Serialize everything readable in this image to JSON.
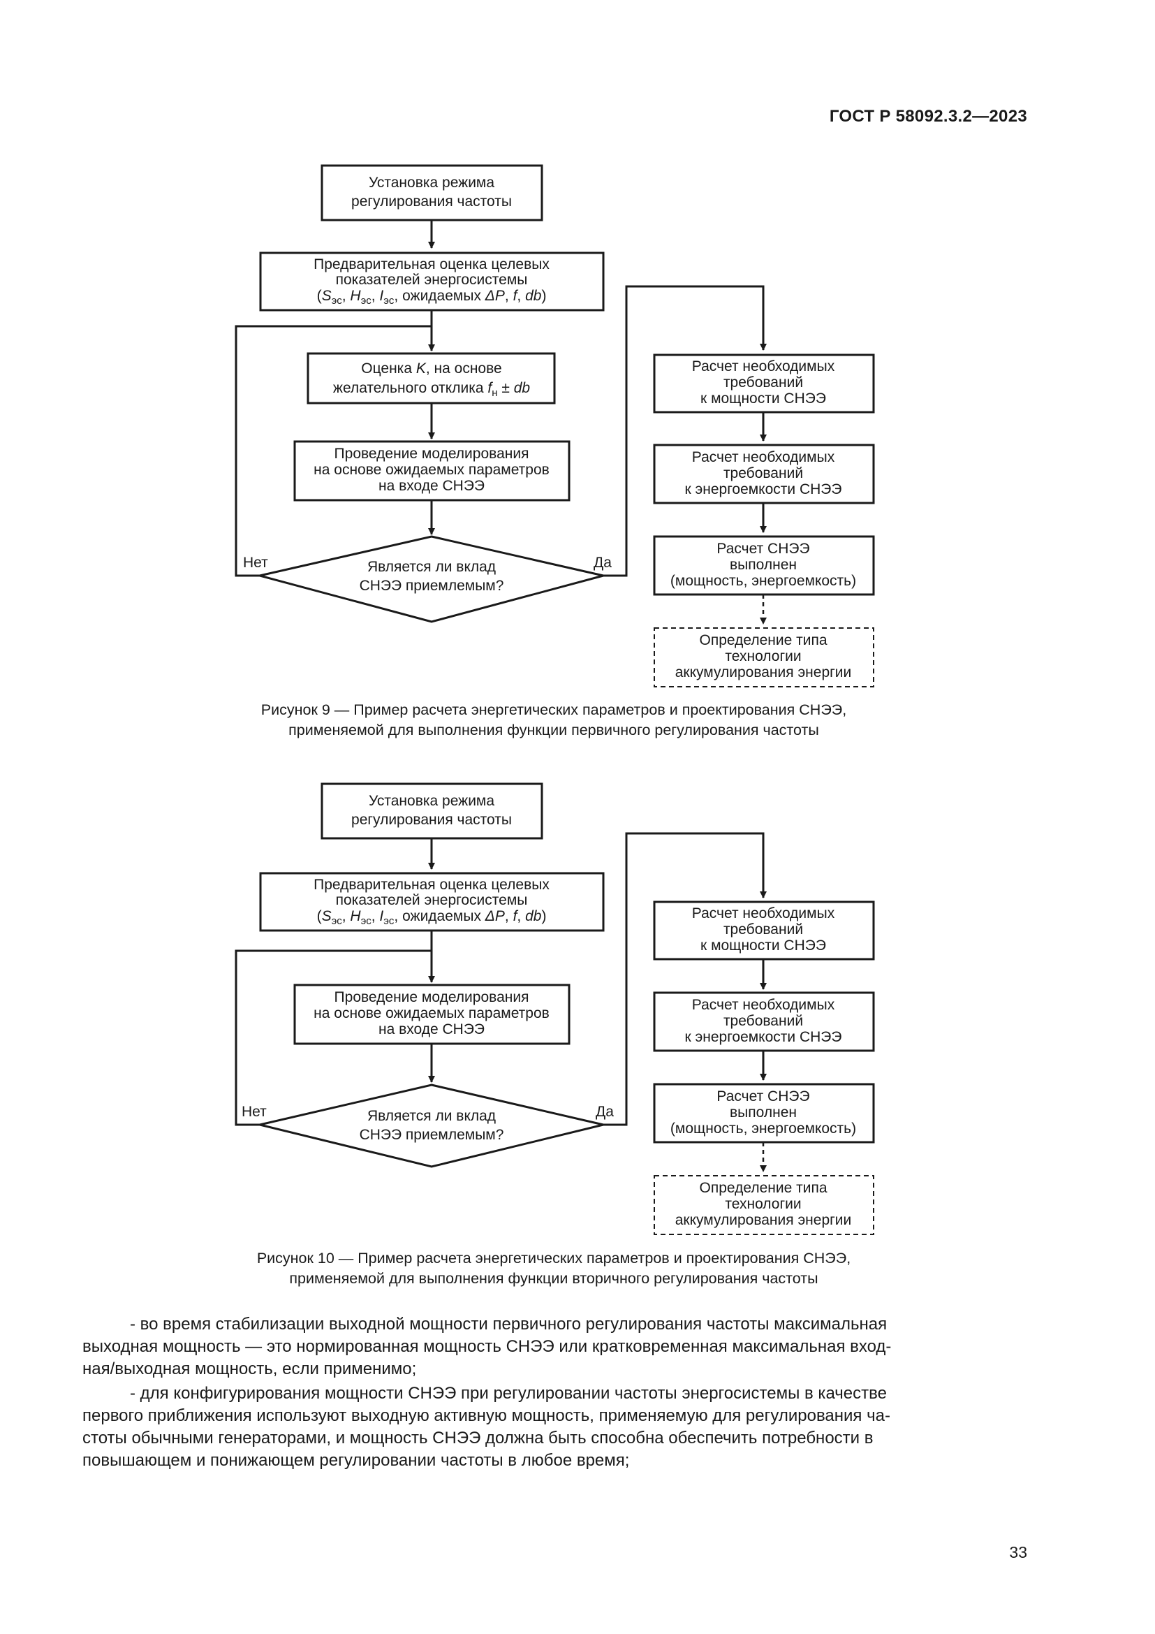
{
  "header": {
    "standard": "ГОСТ Р 58092.3.2—2023"
  },
  "figure9": {
    "box_setup": [
      "Установка режима",
      "регулирования частоты"
    ],
    "box_estimate": {
      "lines": [
        "Предварительная оценка целевых",
        "показателей энергосистемы"
      ],
      "params": {
        "open": "(",
        "S": "S",
        "H": "H",
        "I": "I",
        "sub": "эс",
        "sep": ", ",
        "expected": "ожидаемых ",
        "delta": "ΔP",
        "f": "f",
        "db": "db",
        "close": ")"
      }
    },
    "box_k": {
      "line1_pre": "Оценка ",
      "line1_k": "K",
      "line1_post": ", на основе",
      "line2_pre": "желательного отклика ",
      "line2_f": "f",
      "line2_sub": "н",
      "line2_pm": " ± ",
      "line2_db": "db"
    },
    "box_model": [
      "Проведение моделирования",
      "на основе ожидаемых параметров",
      "на входе СНЭЭ"
    ],
    "decision": [
      "Является ли вклад",
      "СНЭЭ приемлемым?"
    ],
    "label_no": "Нет",
    "label_yes": "Да",
    "box_power": [
      "Расчет необходимых",
      "требований",
      "к мощности СНЭЭ"
    ],
    "box_energy": [
      "Расчет необходимых",
      "требований",
      "к энергоемкости СНЭЭ"
    ],
    "box_done": [
      "Расчет СНЭЭ",
      "выполнен",
      "(мощность, энергоемкость)"
    ],
    "box_tech": [
      "Определение типа",
      "технологии",
      "аккумулирования энергии"
    ],
    "caption": [
      "Рисунок 9 — Пример расчета энергетических параметров и проектирования СНЭЭ,",
      "применяемой для выполнения функции первичного регулирования частоты"
    ]
  },
  "figure10": {
    "box_setup": [
      "Установка режима",
      "регулирования частоты"
    ],
    "box_estimate": {
      "lines": [
        "Предварительная оценка целевых",
        "показателей энергосистемы"
      ],
      "params": {
        "open": "(",
        "S": "S",
        "H": "H",
        "I": "I",
        "sub": "эс",
        "sep": ", ",
        "expected": "ожидаемых ",
        "delta": "ΔP",
        "f": "f",
        "db": "db",
        "close": ")"
      }
    },
    "box_model": [
      "Проведение моделирования",
      "на основе ожидаемых параметров",
      "на входе СНЭЭ"
    ],
    "decision": [
      "Является ли вклад",
      "СНЭЭ приемлемым?"
    ],
    "label_no": "Нет",
    "label_yes": "Да",
    "box_power": [
      "Расчет необходимых",
      "требований",
      "к мощности СНЭЭ"
    ],
    "box_energy": [
      "Расчет необходимых",
      "требований",
      "к энергоемкости СНЭЭ"
    ],
    "box_done": [
      "Расчет СНЭЭ",
      "выполнен",
      "(мощность, энергоемкость)"
    ],
    "box_tech": [
      "Определение типа",
      "технологии",
      "аккумулирования энергии"
    ],
    "caption": [
      "Рисунок 10 — Пример расчета энергетических параметров и проектирования СНЭЭ,",
      "применяемой для выполнения функции вторичного регулирования частоты"
    ]
  },
  "body_text": {
    "para1": [
      "- во время стабилизации выходной мощности первичного регулирования частоты максимальная",
      "выходная мощность — это нормированная мощность СНЭЭ или кратковременная максимальная вход-",
      "ная/выходная мощность, если применимо;"
    ],
    "para2": [
      "- для конфигурирования мощности СНЭЭ при регулировании частоты энергосистемы в качестве",
      "первого приближения используют выходную активную мощность, применяемую для регулирования ча-",
      "стоты обычными генераторами, и мощность СНЭЭ должна быть способна обеспечить потребности в",
      "повышающем и понижающем регулировании частоты в любое время;"
    ]
  },
  "page_number": "33"
}
